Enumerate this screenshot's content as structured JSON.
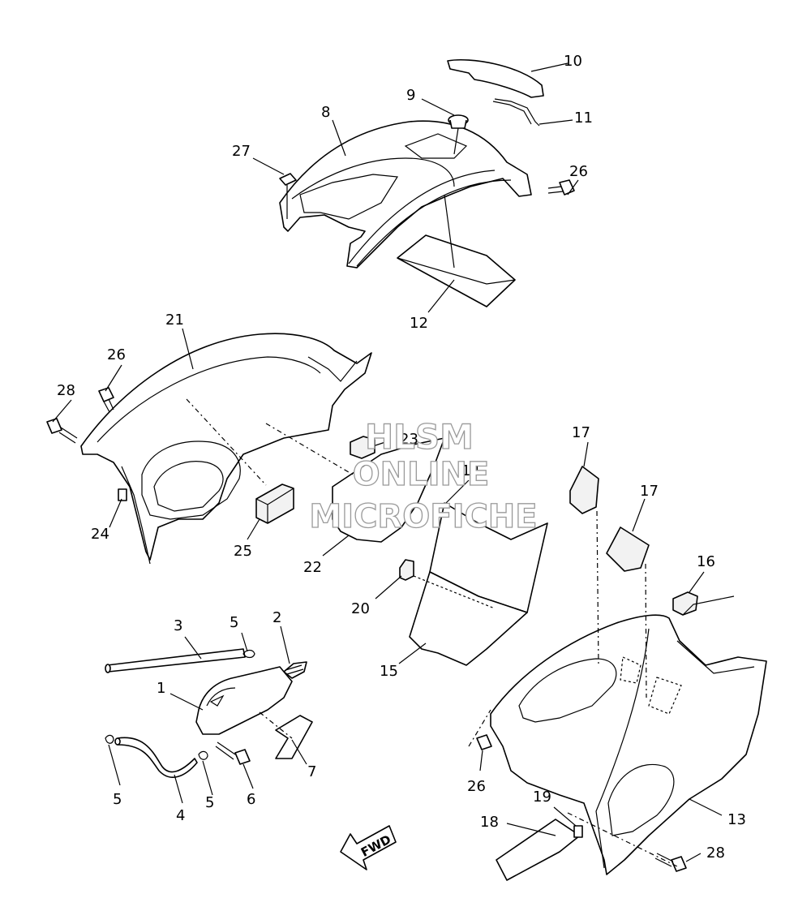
{
  "watermark": {
    "line1": "HLSM",
    "line2": "ONLINE",
    "line3": "MICROFICHE"
  },
  "direction_marker": "FWD",
  "callouts": [
    {
      "id": "c1",
      "text": "1"
    },
    {
      "id": "c2",
      "text": "2"
    },
    {
      "id": "c3",
      "text": "3"
    },
    {
      "id": "c4",
      "text": "4"
    },
    {
      "id": "c5a",
      "text": "5"
    },
    {
      "id": "c5b",
      "text": "5"
    },
    {
      "id": "c5c",
      "text": "5"
    },
    {
      "id": "c6",
      "text": "6"
    },
    {
      "id": "c7",
      "text": "7"
    },
    {
      "id": "c8",
      "text": "8"
    },
    {
      "id": "c9",
      "text": "9"
    },
    {
      "id": "c10",
      "text": "10"
    },
    {
      "id": "c11",
      "text": "11"
    },
    {
      "id": "c12",
      "text": "12"
    },
    {
      "id": "c13",
      "text": "13"
    },
    {
      "id": "c14",
      "text": "14"
    },
    {
      "id": "c15",
      "text": "15"
    },
    {
      "id": "c16",
      "text": "16"
    },
    {
      "id": "c17a",
      "text": "17"
    },
    {
      "id": "c17b",
      "text": "17"
    },
    {
      "id": "c18",
      "text": "18"
    },
    {
      "id": "c19",
      "text": "19"
    },
    {
      "id": "c20",
      "text": "20"
    },
    {
      "id": "c21",
      "text": "21"
    },
    {
      "id": "c22",
      "text": "22"
    },
    {
      "id": "c23",
      "text": "23"
    },
    {
      "id": "c24",
      "text": "24"
    },
    {
      "id": "c25",
      "text": "25"
    },
    {
      "id": "c26a",
      "text": "26"
    },
    {
      "id": "c26b",
      "text": "26"
    },
    {
      "id": "c26c",
      "text": "26"
    },
    {
      "id": "c27",
      "text": "27"
    },
    {
      "id": "c28a",
      "text": "28"
    },
    {
      "id": "c28b",
      "text": "28"
    }
  ]
}
